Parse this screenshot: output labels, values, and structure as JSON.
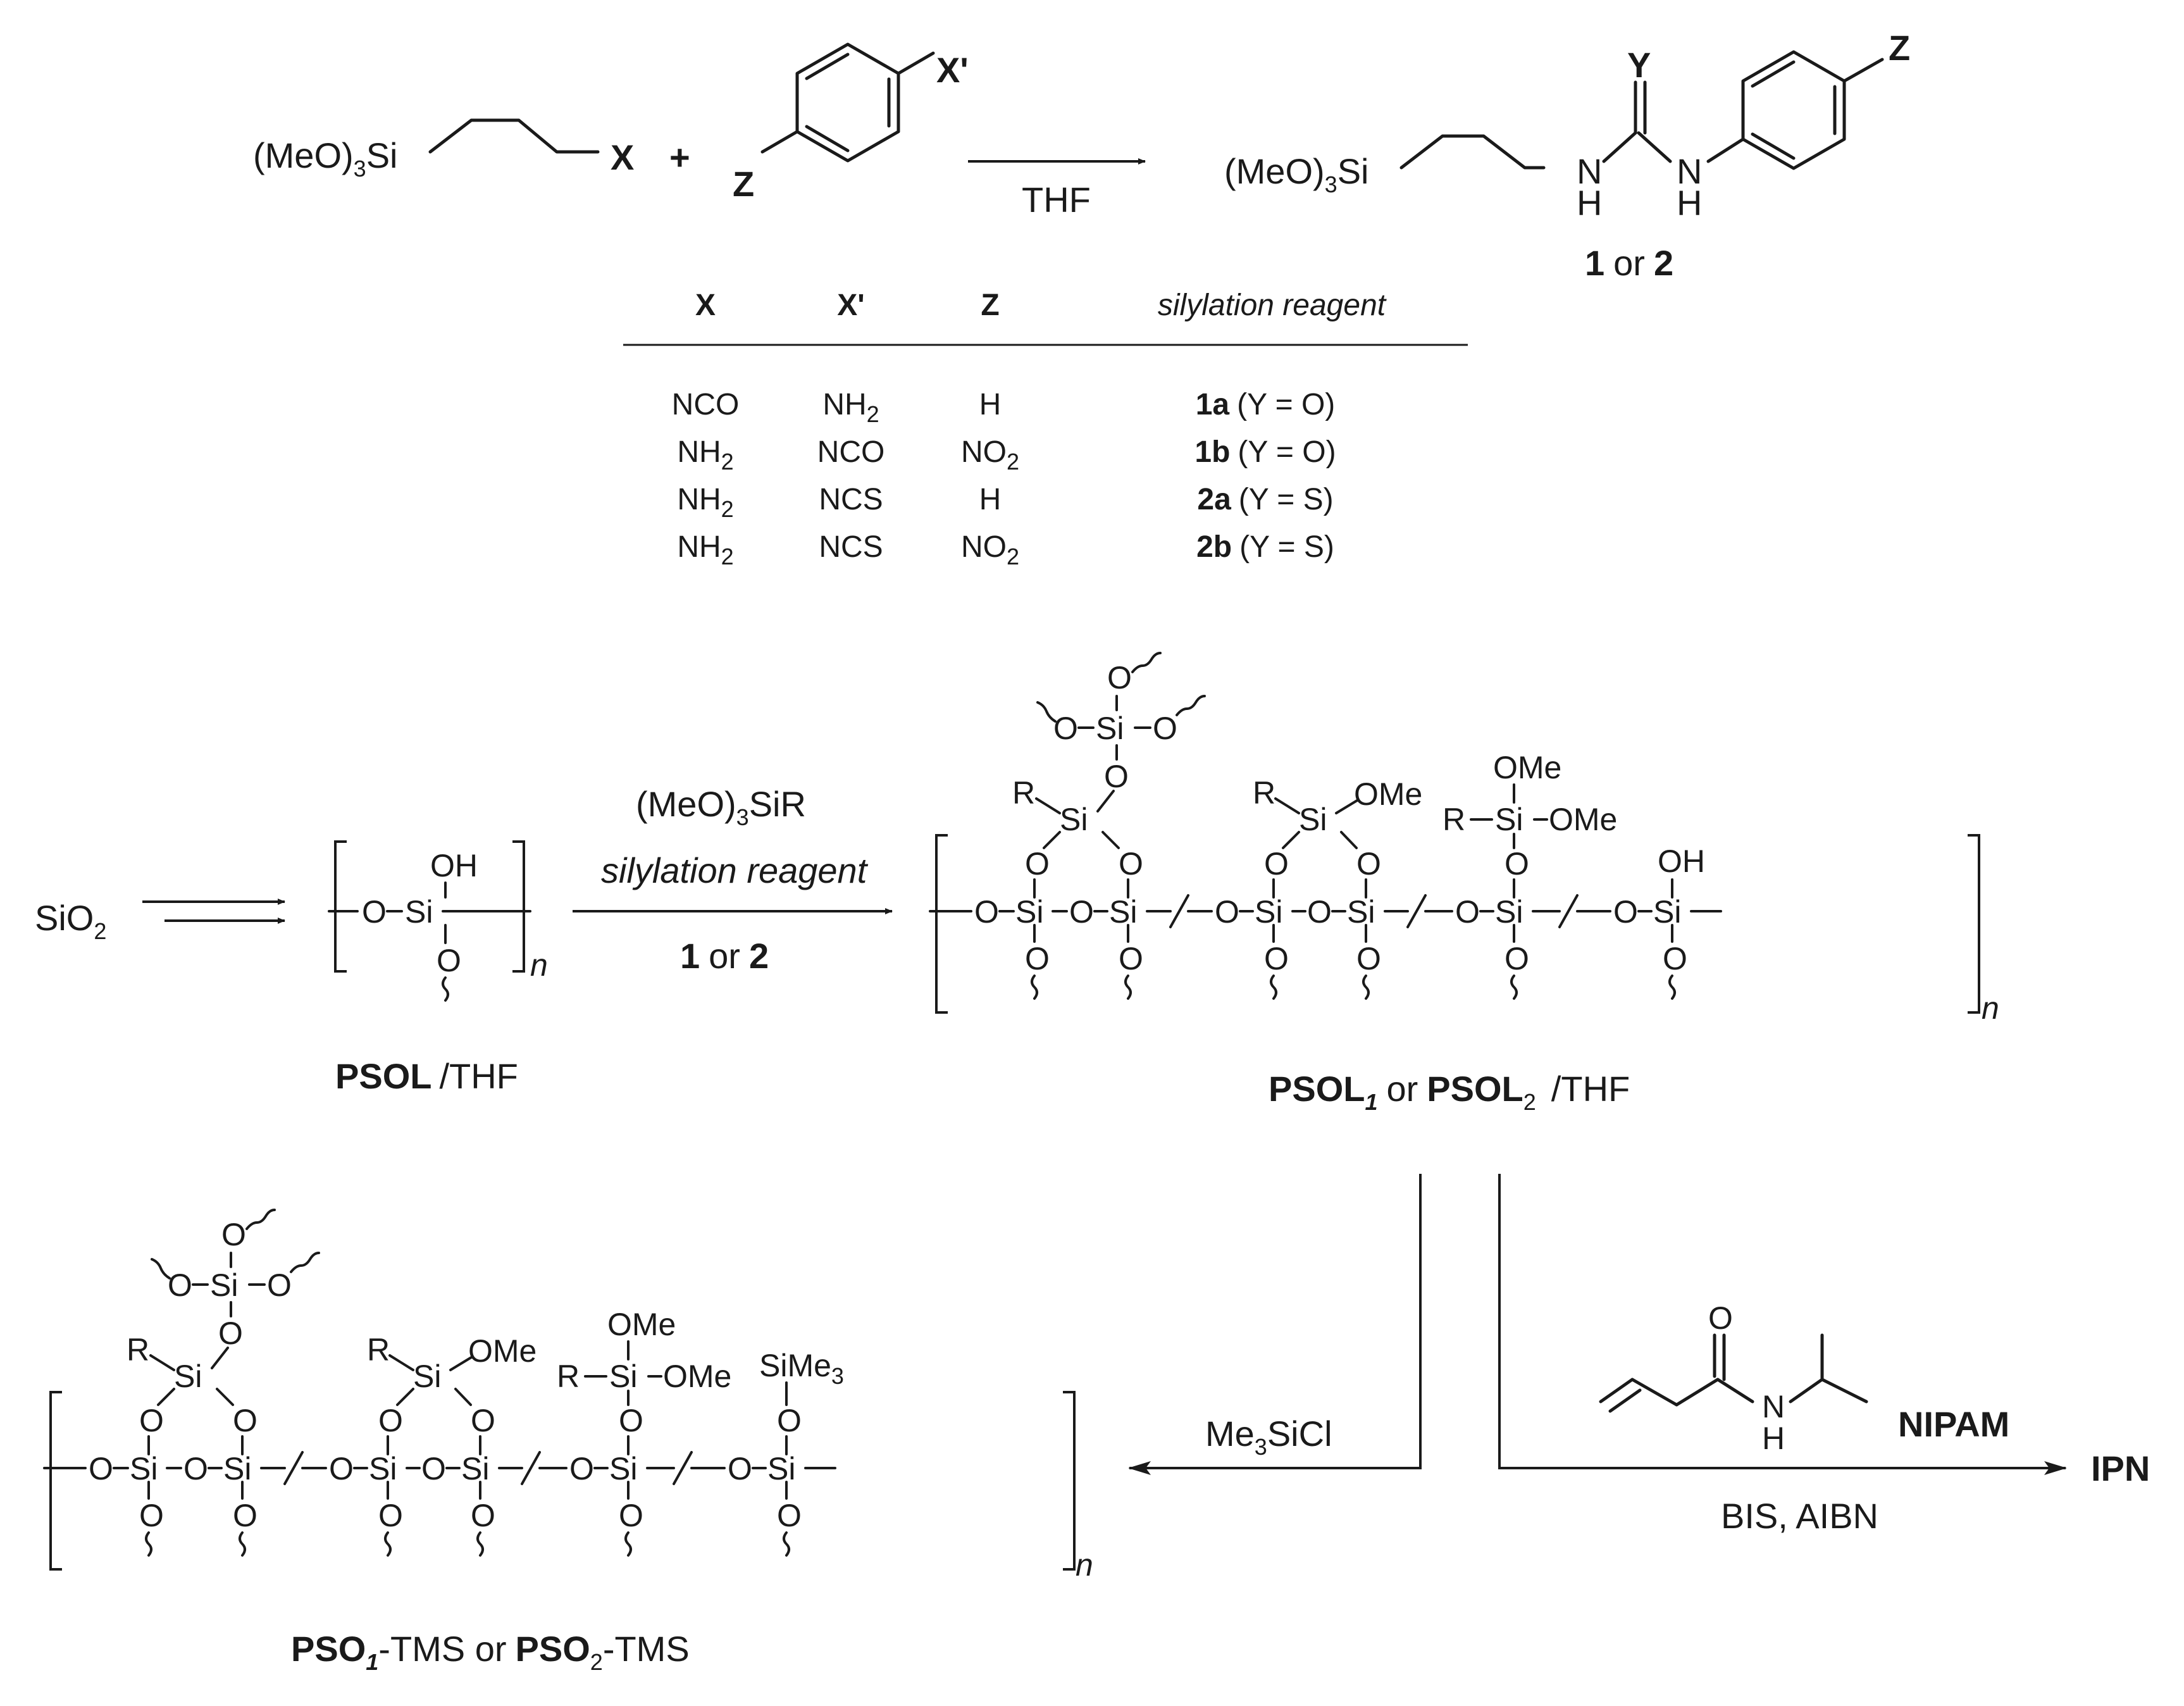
{
  "reaction1": {
    "reactant1_text": "(MeO)",
    "reactant1_sub": "3",
    "reactant1_si": "Si",
    "reactant1_x": "X",
    "plus": "+",
    "aryl_xprime": "X'",
    "aryl_z": "Z",
    "solvent": "THF",
    "product_text": "(MeO)",
    "product_sub": "3",
    "product_si": "Si",
    "product_y": "Y",
    "product_n1": "N",
    "product_h1": "H",
    "product_n2": "N",
    "product_h2": "H",
    "product_z": "Z",
    "product_label_1": "1",
    "product_label_or": "or",
    "product_label_2": "2"
  },
  "table": {
    "headers": [
      "X",
      "X'",
      "Z",
      "silylation reagent"
    ],
    "rows": [
      {
        "x": "NCO",
        "xp_main": "NH",
        "xp_sub": "2",
        "z_main": "H",
        "z_sub": "",
        "reagent_bold": "1a",
        "reagent_rest": "(Y = O)"
      },
      {
        "x_main": "NH",
        "x_sub": "2",
        "xp": "NCO",
        "z_main": "NO",
        "z_sub": "2",
        "reagent_bold": "1b",
        "reagent_rest": "(Y = O)"
      },
      {
        "x_main": "NH",
        "x_sub": "2",
        "xp": "NCS",
        "z_main": "H",
        "z_sub": "",
        "reagent_bold": "2a",
        "reagent_rest": "(Y = S)"
      },
      {
        "x_main": "NH",
        "x_sub": "2",
        "xp": "NCS",
        "z_main": "NO",
        "z_sub": "2",
        "reagent_bold": "2b",
        "reagent_rest": "(Y = S)"
      }
    ]
  },
  "reaction2": {
    "start_main": "SiO",
    "start_sub": "2",
    "psol_o_left": "O",
    "psol_si": "Si",
    "psol_oh": "OH",
    "psol_o_bottom": "O",
    "psol_n": "n",
    "psol_label": "PSOL",
    "psol_label_rest": "/THF",
    "arrow_top": "(MeO)",
    "arrow_top_sub": "3",
    "arrow_top_rest": "SiR",
    "arrow_mid": "silylation reagent",
    "arrow_bottom_1": "1",
    "arrow_bottom_or": "or",
    "arrow_bottom_2": "2",
    "network_label_1": "PSOL",
    "network_label_1_sub": "1",
    "network_label_or": "or",
    "network_label_2": "PSOL",
    "network_label_2_sub": "2",
    "network_label_rest": "/THF"
  },
  "network_atoms": {
    "O": "O",
    "Si": "Si",
    "R": "R",
    "OMe": "OMe",
    "OH": "OH",
    "SiMe": "SiMe",
    "SiMe_sub": "3",
    "n": "n"
  },
  "reaction3": {
    "reagent_main": "Me",
    "reagent_sub": "3",
    "reagent_rest": "SiCl",
    "tms_label_1": "PSO",
    "tms_label_1_sub": "1",
    "tms_label_1_rest": "-TMS or",
    "tms_label_2": "PSO",
    "tms_label_2_sub": "2",
    "tms_label_2_rest": "-TMS"
  },
  "reaction4": {
    "nipam_o": "O",
    "nipam_n": "N",
    "nipam_h": "H",
    "nipam_label": "NIPAM",
    "conditions": "BIS, AIBN",
    "product": "IPN"
  }
}
